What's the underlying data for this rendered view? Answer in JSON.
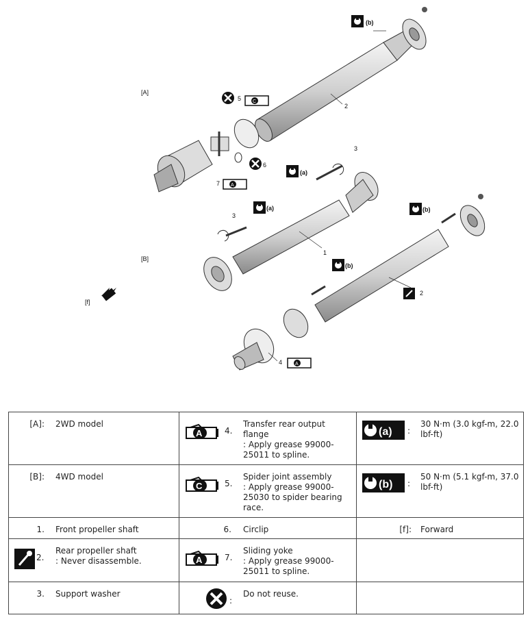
{
  "diagram": {
    "labels": {
      "A": "[A]",
      "B": "[B]",
      "f": "[f]",
      "n1": "1",
      "n2a": "2",
      "n2b": "2",
      "n3a": "3",
      "n3b": "3",
      "n4": "4",
      "n5": "5",
      "n6": "6",
      "n7": "7",
      "ta": "(a)",
      "tb": "(b)"
    }
  },
  "legend": {
    "r1": {
      "key": "[A]:",
      "text": "2WD model",
      "mid_key": "4.",
      "mid_text": "Transfer rear output flange\n: Apply grease 99000-25011 to spline.",
      "right_text": "30 N·m (3.0 kgf-m, 22.0 lbf-ft)",
      "right_tag": "(a)"
    },
    "r2": {
      "key": "[B]:",
      "text": "4WD model",
      "mid_key": "5.",
      "mid_text": "Spider joint assembly\n: Apply grease 99000-25030 to spider bearing race.",
      "right_text": "50 N·m (5.1 kgf-m, 37.0 lbf-ft)",
      "right_tag": "(b)"
    },
    "r3": {
      "key": "1.",
      "text": "Front propeller shaft",
      "mid_key": "6.",
      "mid_text": "Circlip",
      "right_key": "[f]:",
      "right_text": "Forward"
    },
    "r4": {
      "key": "2.",
      "text": "Rear propeller shaft\n: Never disassemble.",
      "mid_key": "7.",
      "mid_text": "Sliding yoke\n: Apply grease 99000-25011 to spline."
    },
    "r5": {
      "key": "3.",
      "text": "Support washer",
      "mid_key": ":",
      "mid_text": "Do not reuse."
    },
    "icon_letters": {
      "A": "A",
      "C": "C"
    }
  }
}
